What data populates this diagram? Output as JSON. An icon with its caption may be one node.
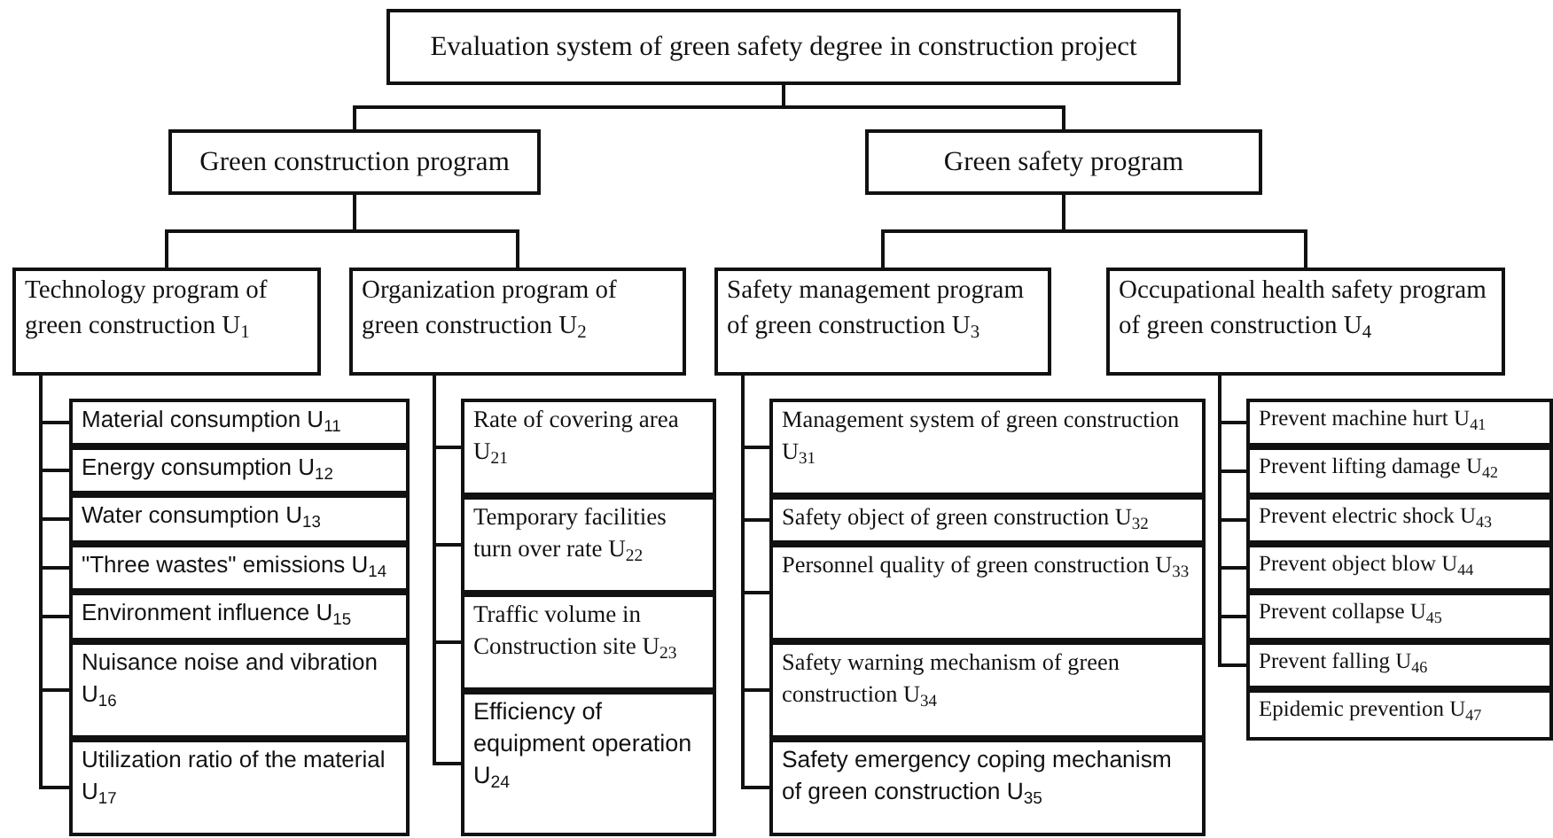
{
  "diagram": {
    "nodes": [
      {
        "text": [
          "Evaluation system of green safety degree in construction project"
        ]
      },
      {
        "text": [
          "Green construction program"
        ]
      },
      {
        "text": [
          "Green safety program"
        ]
      },
      {
        "text": [
          "Technology  program of green construction U$_{1}$"
        ]
      },
      {
        "text": [
          "Organization program of green construction U$_{2}$"
        ]
      },
      {
        "text": [
          "Safety management program of green construction U$_{3}$"
        ]
      },
      {
        "text": [
          "Occupational health safety program of green construction U$_{4}$"
        ]
      },
      {
        "text": [
          "Material consumption U$_{11}$"
        ]
      },
      {
        "text": [
          "Energy consumption U$_{12}$"
        ]
      },
      {
        "text": [
          "Water consumption U$_{13}$"
        ]
      },
      {
        "text": [
          "\"Three wastes\" emissions U$_{14}$"
        ]
      },
      {
        "text": [
          "Environment influence U$_{15}$"
        ]
      },
      {
        "text": [
          "Nuisance noise and vibration U$_{16}$"
        ]
      },
      {
        "text": [
          "Utilization ratio of the material U$_{17}$"
        ]
      },
      {
        "text": [
          "Rate of covering area U$_{21}$"
        ]
      },
      {
        "text": [
          "Temporary facilities turn over rate U$_{22}$"
        ]
      },
      {
        "text": [
          "Traffic volume in Construction site U$_{23}$"
        ]
      },
      {
        "text": [
          "Efficiency of equipment operation U$_{24}$"
        ]
      },
      {
        "text": [
          "Management system of green construction U$_{31}$"
        ]
      },
      {
        "text": [
          "Safety object of green construction U$_{32}$"
        ]
      },
      {
        "text": [
          "Personnel quality of green construction U$_{33}$"
        ]
      },
      {
        "text": [
          "Safety warning mechanism of green construction U$_{34}$"
        ]
      },
      {
        "text": [
          "Safety emergency coping mechanism of green construction U$_{35}$"
        ]
      },
      {
        "text": [
          "Prevent machine hurt U$_{41}$"
        ]
      },
      {
        "text": [
          "Prevent lifting damage U$_{42}$"
        ]
      },
      {
        "text": [
          "Prevent electric shock U$_{43}$"
        ]
      },
      {
        "text": [
          "Prevent object blow U$_{44}$"
        ]
      },
      {
        "text": [
          "Prevent collapse U$_{45}$"
        ]
      },
      {
        "text": [
          "Prevent falling U$_{46}$"
        ]
      },
      {
        "text": [
          "Epidemic prevention U$_{47}$"
        ]
      }
    ],
    "edges": [
      {
        "from": 0,
        "to": 1,
        "arrow": "none"
      },
      {
        "from": 0,
        "to": 2,
        "arrow": "none"
      },
      {
        "from": 1,
        "to": 3,
        "arrow": "none"
      },
      {
        "from": 1,
        "to": 4,
        "arrow": "none"
      },
      {
        "from": 2,
        "to": 5,
        "arrow": "none"
      },
      {
        "from": 2,
        "to": 6,
        "arrow": "none"
      },
      {
        "from": 3,
        "to": 7,
        "arrow": "none"
      },
      {
        "from": 3,
        "to": 8,
        "arrow": "none"
      },
      {
        "from": 3,
        "to": 9,
        "arrow": "none"
      },
      {
        "from": 3,
        "to": 10,
        "arrow": "none"
      },
      {
        "from": 3,
        "to": 11,
        "arrow": "none"
      },
      {
        "from": 3,
        "to": 12,
        "arrow": "none"
      },
      {
        "from": 3,
        "to": 13,
        "arrow": "none"
      },
      {
        "from": 4,
        "to": 14,
        "arrow": "none"
      },
      {
        "from": 4,
        "to": 15,
        "arrow": "none"
      },
      {
        "from": 4,
        "to": 16,
        "arrow": "none"
      },
      {
        "from": 4,
        "to": 17,
        "arrow": "none"
      },
      {
        "from": 5,
        "to": 18,
        "arrow": "none"
      },
      {
        "from": 5,
        "to": 19,
        "arrow": "none"
      },
      {
        "from": 5,
        "to": 20,
        "arrow": "none"
      },
      {
        "from": 5,
        "to": 21,
        "arrow": "none"
      },
      {
        "from": 5,
        "to": 22,
        "arrow": "none"
      },
      {
        "from": 6,
        "to": 23,
        "arrow": "none"
      },
      {
        "from": 6,
        "to": 24,
        "arrow": "none"
      },
      {
        "from": 6,
        "to": 25,
        "arrow": "none"
      },
      {
        "from": 6,
        "to": 26,
        "arrow": "none"
      },
      {
        "from": 6,
        "to": 27,
        "arrow": "none"
      },
      {
        "from": 6,
        "to": 28,
        "arrow": "none"
      }
    ]
  }
}
